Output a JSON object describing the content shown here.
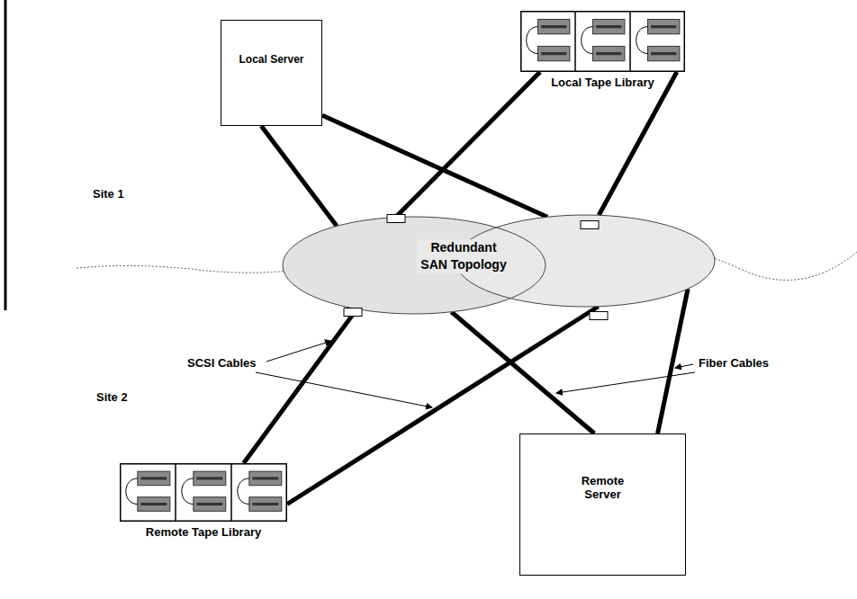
{
  "diagram": {
    "nodes": [
      {
        "text": [
          "Local Server"
        ]
      },
      {
        "text": [
          "Local Tape Library"
        ]
      },
      {
        "text": [
          "Redundant SAN Topology"
        ]
      },
      {
        "text": [
          "Remote Tape Library"
        ]
      },
      {
        "text": [
          "Remote Server"
        ]
      }
    ],
    "edges": [
      {
        "from": 0,
        "to": 2,
        "arrow": "none"
      },
      {
        "from": 0,
        "to": 2,
        "arrow": "none"
      },
      {
        "from": 1,
        "to": 2,
        "arrow": "none"
      },
      {
        "from": 1,
        "to": 2,
        "arrow": "none"
      },
      {
        "from": 3,
        "to": 2,
        "arrow": "none"
      },
      {
        "from": 3,
        "to": 2,
        "arrow": "none"
      },
      {
        "from": 4,
        "to": 2,
        "arrow": "none"
      },
      {
        "from": 4,
        "to": 2,
        "arrow": "none"
      }
    ],
    "labels": [
      "Site 1",
      "SCSI Cables",
      "Fiber Cables",
      "Site 2"
    ]
  }
}
